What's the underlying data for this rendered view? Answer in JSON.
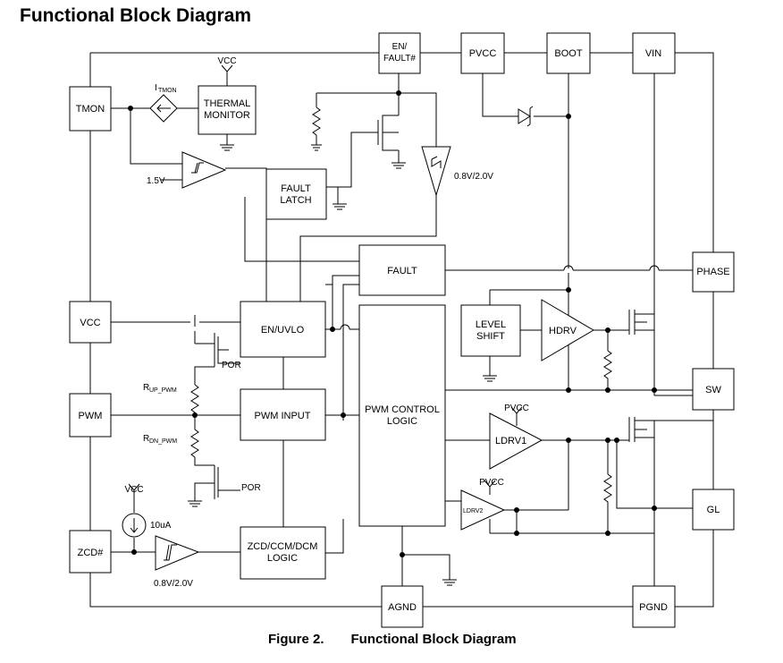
{
  "title": "Functional Block Diagram",
  "caption": {
    "number": "Figure 2.",
    "text": "Functional Block Diagram"
  },
  "pins": {
    "en_fault": [
      "EN/",
      "FAULT#"
    ],
    "pvcc": "PVCC",
    "boot": "BOOT",
    "vin": "VIN",
    "tmon": "TMON",
    "vcc": "VCC",
    "pwm": "PWM",
    "zcd": "ZCD#",
    "phase": "PHASE",
    "sw": "SW",
    "gl": "GL",
    "agnd": "AGND",
    "pgnd": "PGND"
  },
  "blocks": {
    "thermal_monitor": [
      "THERMAL",
      "MONITOR"
    ],
    "fault_latch": [
      "FAULT",
      "LATCH"
    ],
    "fault": "FAULT",
    "en_uvlo": "EN/UVLO",
    "pwm_input": "PWM INPUT",
    "pwm_control_logic": [
      "PWM CONTROL",
      "LOGIC"
    ],
    "level_shift": [
      "LEVEL",
      "SHIFT"
    ],
    "hdrv": "HDRV",
    "ldrv1": "LDRV1",
    "ldrv2": "LDRV2",
    "zcd_logic": [
      "ZCD/CCM/DCM",
      "LOGIC"
    ]
  },
  "labels": {
    "vcc_thermal": "VCC",
    "itmon_main": "I",
    "itmon_sub": "TMON",
    "v_1p5": "1.5V",
    "en_threshold": "0.8V/2.0V",
    "por_upper": "POR",
    "por_lower": "POR",
    "rup_main": "R",
    "rup_sub": "UP_PWM",
    "rdn_main": "R",
    "rdn_sub": "DN_PWM",
    "vcc_zcd": "VCC",
    "current_10ua": "10uA",
    "zcd_threshold": "0.8V/2.0V",
    "pvcc_ldrv1": "PVCC",
    "pvcc_ldrv2": "PVCC"
  }
}
